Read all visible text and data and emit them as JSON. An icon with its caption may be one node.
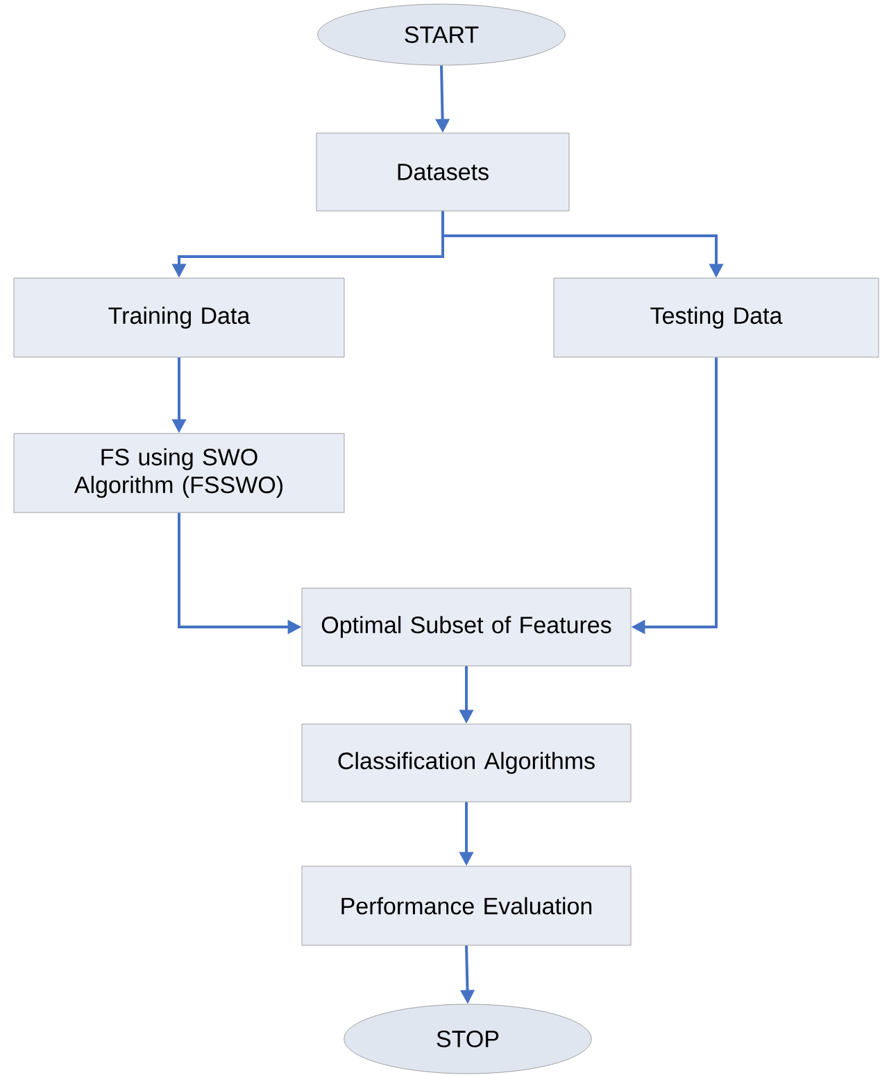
{
  "diagram": {
    "nodes": [
      {
        "text": [
          "START"
        ]
      },
      {
        "text": [
          "Datasets"
        ]
      },
      {
        "text": [
          "Training Data"
        ]
      },
      {
        "text": [
          "Testing Data"
        ]
      },
      {
        "text": [
          "FS using SWO Algorithm (FSSWO)"
        ]
      },
      {
        "text": [
          "Optimal Subset of Features"
        ]
      },
      {
        "text": [
          "Classification Algorithms"
        ]
      },
      {
        "text": [
          "Performance Evaluation"
        ]
      },
      {
        "text": [
          "STOP"
        ]
      }
    ],
    "edges": [
      {
        "from": 0,
        "to": 1,
        "arrow": "to"
      },
      {
        "from": 1,
        "to": 2,
        "arrow": "to"
      },
      {
        "from": 1,
        "to": 3,
        "arrow": "to"
      },
      {
        "from": 2,
        "to": 4,
        "arrow": "to"
      },
      {
        "from": 4,
        "to": 5,
        "arrow": "to"
      },
      {
        "from": 3,
        "to": 5,
        "arrow": "to"
      },
      {
        "from": 5,
        "to": 6,
        "arrow": "to"
      },
      {
        "from": 6,
        "to": 7,
        "arrow": "to"
      },
      {
        "from": 7,
        "to": 8,
        "arrow": "to"
      }
    ]
  }
}
